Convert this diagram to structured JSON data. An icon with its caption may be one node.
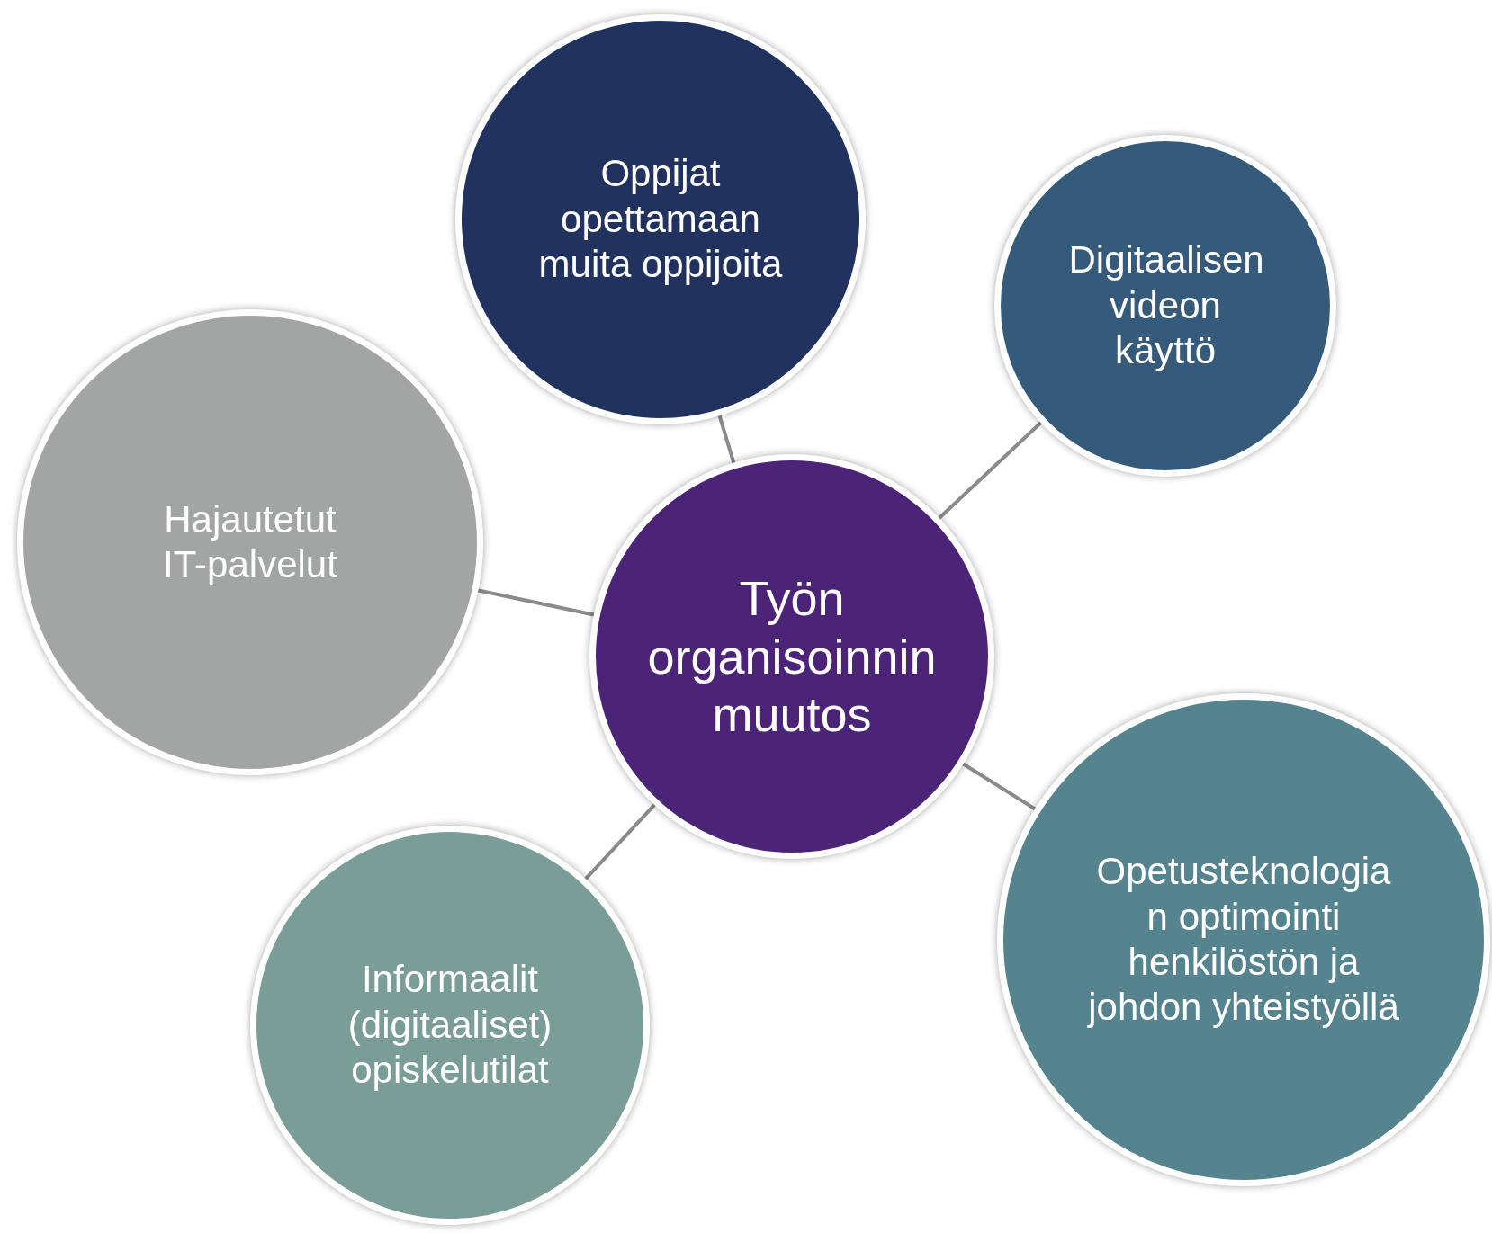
{
  "diagram": {
    "nodes": [
      {
        "text": [
          "Oppijat opettamaan muita oppijoita"
        ]
      },
      {
        "text": [
          "Digitaalisen videon käyttö"
        ]
      },
      {
        "text": [
          "Hajautetut IT-palvelut"
        ]
      },
      {
        "text": [
          "Työn organisoinnin muutos"
        ]
      },
      {
        "text": [
          "Opetusteknologia n optimointi henkilöstön ja johdon yhteistyöllä"
        ]
      },
      {
        "text": [
          "Informaalit (digitaaliset) opiskelutilat"
        ]
      }
    ],
    "edges": [
      {
        "from": 3,
        "to": 0,
        "arrow": "none"
      },
      {
        "from": 3,
        "to": 1,
        "arrow": "none"
      },
      {
        "from": 3,
        "to": 2,
        "arrow": "none"
      },
      {
        "from": 3,
        "to": 4,
        "arrow": "none"
      },
      {
        "from": 3,
        "to": 5,
        "arrow": "none"
      }
    ]
  }
}
